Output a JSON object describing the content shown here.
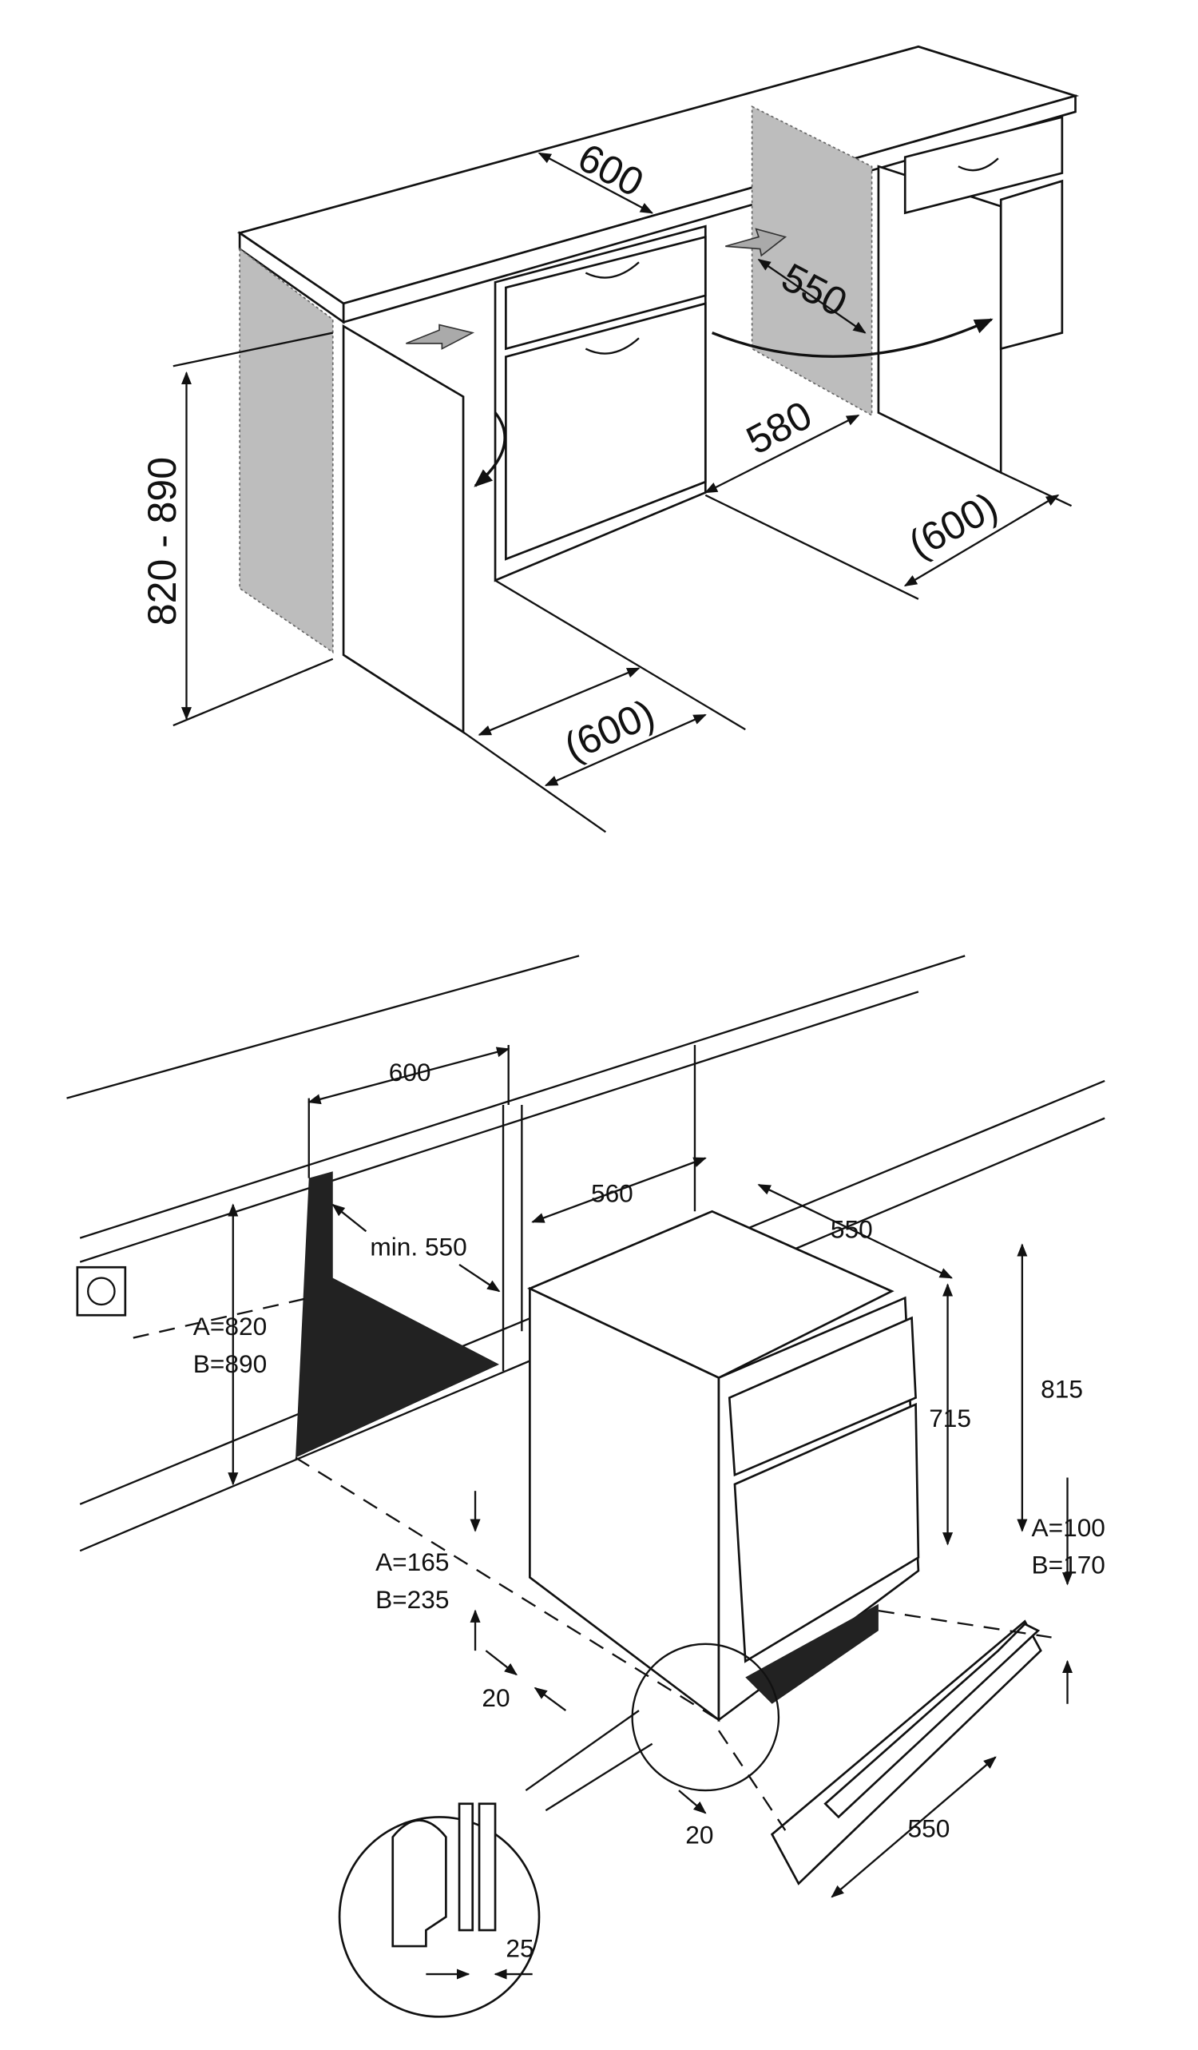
{
  "top_diagram": {
    "labels": {
      "worktop_depth": "600",
      "door_width": "550",
      "niche_width": "580",
      "cabinet_depth_right": "(600)",
      "niche_height": "820 - 890",
      "cabinet_depth_left": "(600)"
    }
  },
  "bottom_diagram": {
    "labels": {
      "niche_width": "600",
      "min_depth": "min. 550",
      "appliance_width_top": "560",
      "appliance_depth": "550",
      "height_total": "815",
      "height_door": "715",
      "niche_height": "A=820\nB=890",
      "niche_height_a": "A=820",
      "niche_height_b": "B=890",
      "plinth_height_a": "A=165",
      "plinth_height_b": "B=235",
      "gap_left": "20",
      "plinth_a": "A=100",
      "plinth_b": "B=170",
      "gap_front": "20",
      "plinth_width": "550",
      "detail_gap": "25"
    }
  }
}
